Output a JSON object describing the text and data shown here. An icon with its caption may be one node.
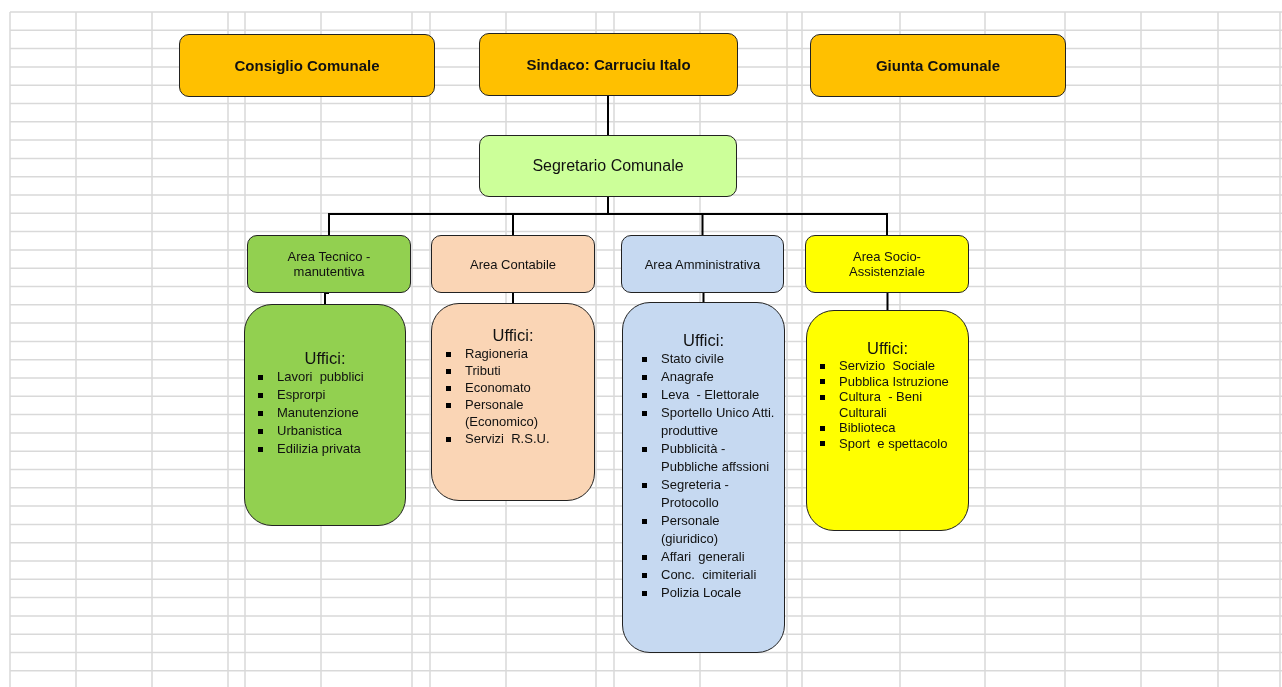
{
  "diagram": {
    "nodes": [
      {
        "text": [
          "Consiglio Comunale"
        ]
      },
      {
        "text": [
          "Sindaco: Carruciu Italo"
        ]
      },
      {
        "text": [
          "Giunta Comunale"
        ]
      },
      {
        "text": [
          "Segretario Comunale"
        ]
      },
      {
        "text": [
          "Area Tecnico - manutentiva"
        ]
      },
      {
        "text": [
          "Area  Contabile"
        ]
      },
      {
        "text": [
          "Area  Amministrativa"
        ]
      },
      {
        "text": [
          "Area Socio- Assistenziale"
        ]
      },
      {
        "text": [
          "Uffici:",
          "Lavori  pubblici",
          "Esprorpi",
          "Manutenzione",
          "Urbanistica",
          "Edilizia privata"
        ]
      },
      {
        "text": [
          "Uffici:",
          "Ragioneria",
          "Tributi",
          "Economato",
          "Personale (Economico)",
          "Servizi  R.S.U."
        ]
      },
      {
        "text": [
          "Uffici:",
          "Stato civile",
          "Anagrafe",
          "Leva  - Elettorale",
          "Sportello Unico Atti. produttive",
          "Pubblicità - Pubbliche affssioni",
          "Segreteria - Protocollo",
          "Personale (giuridico)",
          "Affari  generali",
          "Conc.  cimiteriali",
          "Polizia Locale"
        ]
      },
      {
        "text": [
          "Uffici:",
          "Servizio  Sociale",
          "Pubblica Istruzione",
          "Cultura  - Beni Culturali",
          "Biblioteca",
          "Sport  e spettacolo"
        ]
      }
    ],
    "edges": [
      {
        "from": 1,
        "to": 3,
        "arrow": "none"
      },
      {
        "from": 3,
        "to": 4,
        "arrow": "none"
      },
      {
        "from": 3,
        "to": 5,
        "arrow": "none"
      },
      {
        "from": 3,
        "to": 6,
        "arrow": "none"
      },
      {
        "from": 3,
        "to": 7,
        "arrow": "none"
      },
      {
        "from": 4,
        "to": 8,
        "arrow": "none"
      },
      {
        "from": 5,
        "to": 9,
        "arrow": "none"
      },
      {
        "from": 6,
        "to": 10,
        "arrow": "none"
      },
      {
        "from": 7,
        "to": 11,
        "arrow": "none"
      }
    ]
  }
}
